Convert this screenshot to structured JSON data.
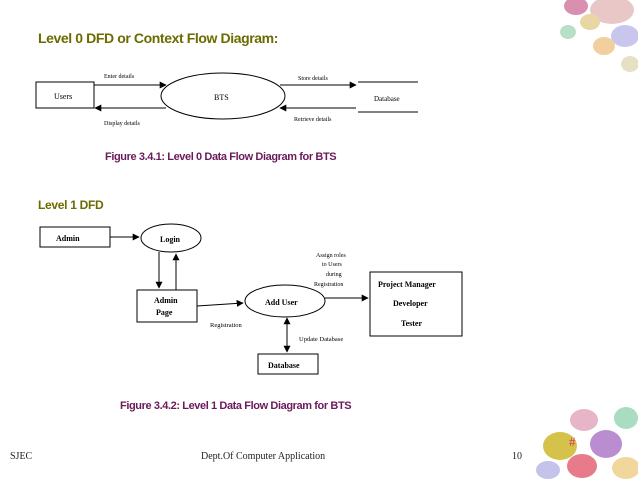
{
  "heading": "Level 0 DFD or Context Flow Diagram:",
  "level0": {
    "users": "Users",
    "bts": "BTS",
    "database": "Database",
    "enter_details": "Enter details",
    "display_details": "Display details",
    "store_details": "Store details",
    "retrieve_details": "Retrieve details"
  },
  "figure1": "Figure 3.4.1: Level 0 Data Flow Diagram for BTS",
  "level1_heading": "Level 1 DFD",
  "level1": {
    "admin": "Admin",
    "login": "Login",
    "admin_page_line1": "Admin",
    "admin_page_line2": "Page",
    "add_user": "Add User",
    "registration": "Registration",
    "assign_line1": "Assign roles",
    "assign_line2": "to Users",
    "assign_line3": "during",
    "assign_line4": "Registration",
    "project_manager": "Project Manager",
    "developer": "Developer",
    "tester": "Tester",
    "update_database": "Update Database",
    "database": "Database"
  },
  "figure2": "Figure 3.4.2: Level 1 Data Flow Diagram for BTS",
  "footer": {
    "left": "SJEC",
    "center": "Dept.Of Computer Application",
    "page": "10",
    "hash": "#"
  },
  "colors": {
    "heading": "#6b6b00",
    "figure": "#6b1a5a",
    "hash": "#d6336c"
  }
}
